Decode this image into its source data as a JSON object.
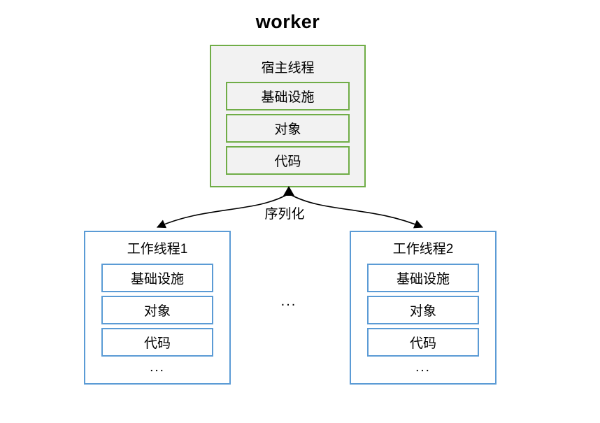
{
  "diagram_title": "worker",
  "edge_label": "序列化",
  "middle_ellipsis": "...",
  "host_thread": {
    "label": "宿主线程",
    "items": [
      "基础设施",
      "对象",
      "代码"
    ]
  },
  "worker_threads": [
    {
      "label": "工作线程1",
      "items": [
        "基础设施",
        "对象",
        "代码"
      ],
      "ellipsis": "..."
    },
    {
      "label": "工作线程2",
      "items": [
        "基础设施",
        "对象",
        "代码"
      ],
      "ellipsis": "..."
    }
  ],
  "colors": {
    "host_border": "#70ad47",
    "host_fill": "#f2f2f2",
    "worker_border": "#5b9bd5",
    "worker_fill": "#ffffff",
    "arrow": "#000000",
    "text": "#000000"
  }
}
